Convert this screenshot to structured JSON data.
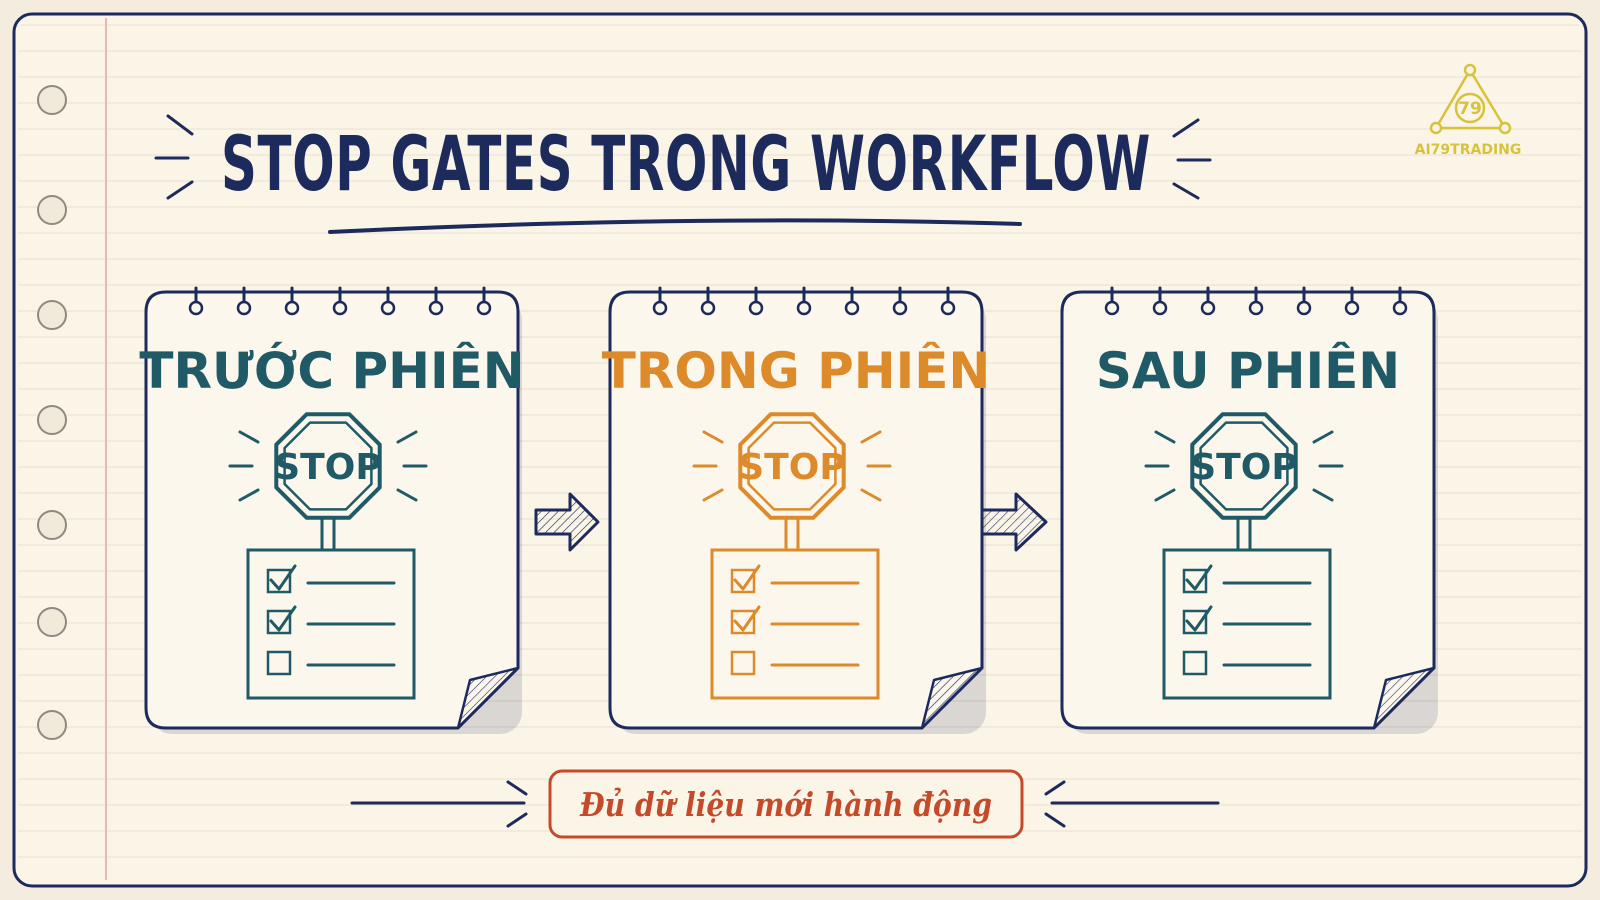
{
  "title": "STOP GATES TRONG WORKFLOW",
  "logo": {
    "number": "79",
    "text": "AI79TRADING",
    "color": "#d8c23a"
  },
  "cards": [
    {
      "title": "TRƯỚC PHIÊN",
      "stop_label": "STOP",
      "color": "#1f5a66",
      "checks": [
        true,
        true,
        false
      ]
    },
    {
      "title": "TRONG PHIÊN",
      "stop_label": "STOP",
      "color": "#dd8a2a",
      "checks": [
        true,
        true,
        false
      ]
    },
    {
      "title": "SAU PHIÊN",
      "stop_label": "STOP",
      "color": "#1f5a66",
      "checks": [
        true,
        true,
        false
      ]
    }
  ],
  "footer": {
    "text": "Đủ dữ liệu mới hành động",
    "color": "#c44a2a"
  },
  "colors": {
    "ink": "#1d2b5c",
    "paper": "#f7f0e3",
    "margin_line": "#e7b9b5"
  }
}
